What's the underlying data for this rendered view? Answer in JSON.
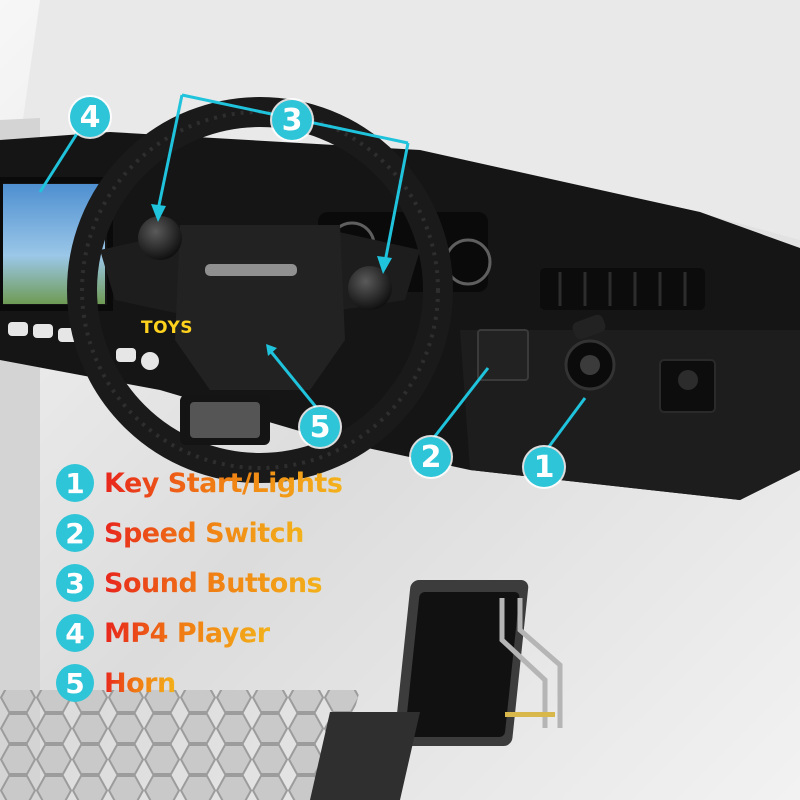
{
  "brand": {
    "logo_text": "TOYS"
  },
  "colors": {
    "callout": "#2ec5d8",
    "connector": "#1fc3dc",
    "label_gradient": [
      "#e8251d",
      "#f07a13",
      "#f3b21a"
    ],
    "steering_wheel": "#1b1b1b",
    "dashboard": "#141414",
    "body_white": "#eeeeee"
  },
  "callouts": [
    {
      "num": "1",
      "name": "key-start-lights"
    },
    {
      "num": "2",
      "name": "speed-switch"
    },
    {
      "num": "3",
      "name": "sound-buttons"
    },
    {
      "num": "4",
      "name": "mp4-player"
    },
    {
      "num": "5",
      "name": "horn"
    }
  ],
  "legend": [
    {
      "num": "1",
      "label": "Key Start/Lights"
    },
    {
      "num": "2",
      "label": "Speed Switch"
    },
    {
      "num": "3",
      "label": "Sound Buttons"
    },
    {
      "num": "4",
      "label": "MP4 Player"
    },
    {
      "num": "5",
      "label": "Horn"
    }
  ],
  "icons": [
    "steering-wheel-icon",
    "pedal-icon",
    "key-switch-icon",
    "screen-icon",
    "air-vent-icon"
  ]
}
